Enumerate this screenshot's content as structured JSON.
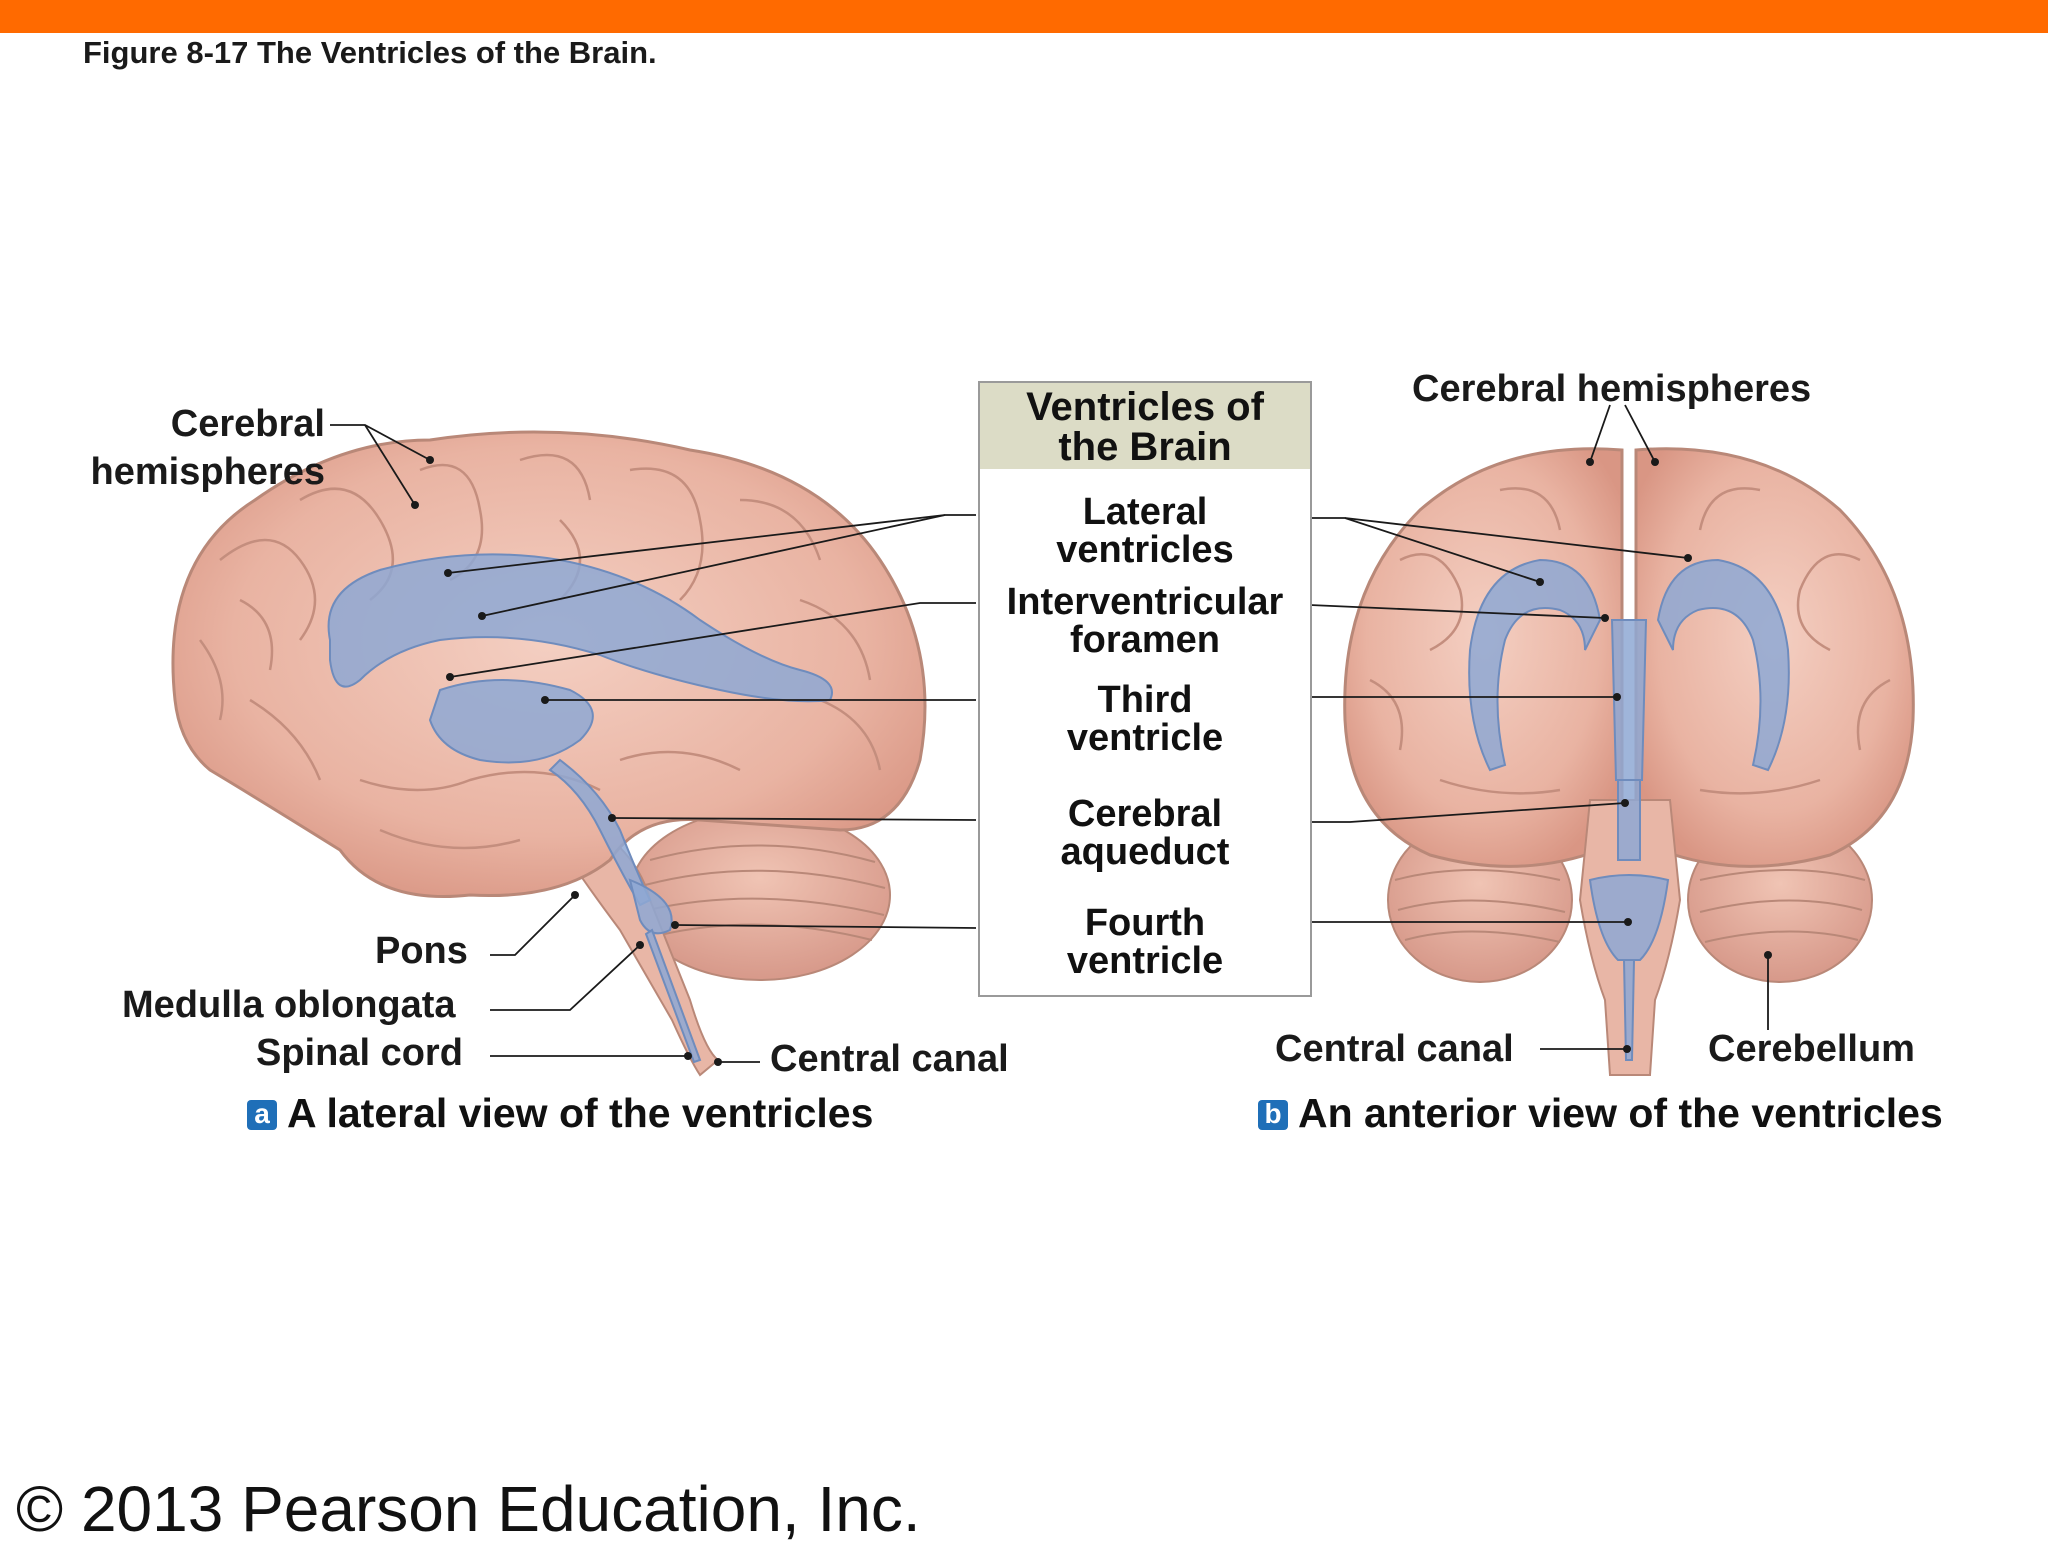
{
  "figure_title": "Figure 8-17  The Ventricles of the Brain.",
  "key": {
    "title": "Ventricles of the Brain",
    "items": [
      "Lateral ventricles",
      "Interventricular foramen",
      "Third ventricle",
      "Cerebral aqueduct",
      "Fourth ventricle"
    ]
  },
  "panel_a": {
    "badge": "a",
    "caption": "A lateral view of the ventricles",
    "labels": {
      "cerebral_hemispheres": "Cerebral hemispheres",
      "pons": "Pons",
      "medulla_oblongata": "Medulla oblongata",
      "spinal_cord": "Spinal cord",
      "central_canal": "Central canal"
    }
  },
  "panel_b": {
    "badge": "b",
    "caption": "An anterior view of the ventricles",
    "labels": {
      "cerebral_hemispheres": "Cerebral hemispheres",
      "central_canal": "Central canal",
      "cerebellum": "Cerebellum"
    }
  },
  "copyright": "© 2013 Pearson Education, Inc.",
  "colors": {
    "header_bar": "#ff6a00",
    "brain_tissue": "#ecb8a8",
    "ventricle": "#8ea8d4",
    "key_header": "#dcdcc6",
    "badge": "#1f6fb8"
  }
}
